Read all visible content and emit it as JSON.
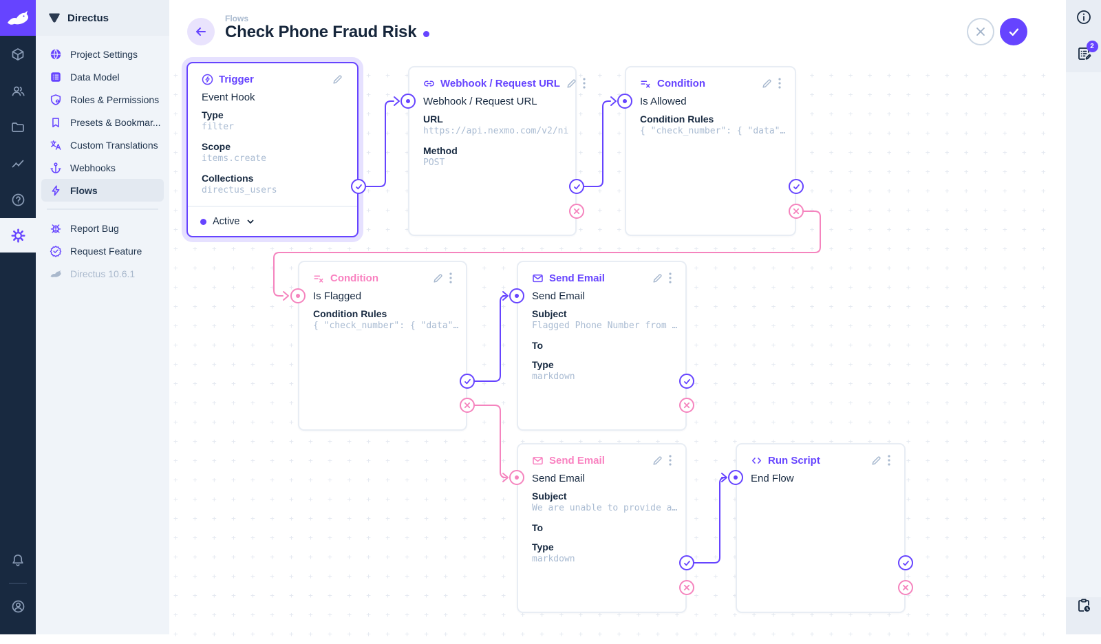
{
  "accent_color": "#6644ff",
  "reject_color": "#f584be",
  "module_bar": {
    "modules": [
      "content",
      "users",
      "files",
      "insights",
      "docs",
      "settings"
    ],
    "active_module": "settings"
  },
  "nav": {
    "header": "Directus",
    "items": [
      {
        "label": "Project Settings",
        "icon": "globe-icon"
      },
      {
        "label": "Data Model",
        "icon": "data-model-icon"
      },
      {
        "label": "Roles & Permissions",
        "icon": "shield-icon"
      },
      {
        "label": "Presets & Bookmar...",
        "icon": "bookmark-icon"
      },
      {
        "label": "Custom Translations",
        "icon": "translate-icon"
      },
      {
        "label": "Webhooks",
        "icon": "anchor-icon"
      },
      {
        "label": "Flows",
        "icon": "bolt-icon",
        "active": true
      }
    ],
    "secondary": [
      {
        "label": "Report Bug",
        "icon": "bug-icon"
      },
      {
        "label": "Request Feature",
        "icon": "seal-check-icon"
      }
    ],
    "version": "Directus 10.6.1"
  },
  "header": {
    "breadcrumb": "Flows",
    "title": "Check Phone Fraud Risk"
  },
  "right_bar": {
    "notifications_badge": "2"
  },
  "canvas": {
    "nodes": [
      {
        "id": "trigger",
        "title": "Trigger",
        "name": "Event Hook",
        "selected": true,
        "status": "Active",
        "fields": [
          {
            "label": "Type",
            "value": "filter"
          },
          {
            "label": "Scope",
            "value": "items.create"
          },
          {
            "label": "Collections",
            "value": "directus_users"
          }
        ]
      },
      {
        "id": "webhook",
        "title": "Webhook / Request URL",
        "name": "Webhook / Request URL",
        "fields": [
          {
            "label": "URL",
            "value": "https://api.nexmo.com/v2/ni"
          },
          {
            "label": "Method",
            "value": "POST"
          }
        ]
      },
      {
        "id": "condition-1",
        "title": "Condition",
        "name": "Is Allowed",
        "fields": [
          {
            "label": "Condition Rules",
            "value": "{ \"check_number\": { \"data\"…"
          }
        ]
      },
      {
        "id": "condition-2",
        "title": "Condition",
        "name": "Is Flagged",
        "tone": "pink",
        "fields": [
          {
            "label": "Condition Rules",
            "value": "{ \"check_number\": { \"data\"…"
          }
        ]
      },
      {
        "id": "send-email-1",
        "title": "Send Email",
        "name": "Send Email",
        "fields": [
          {
            "label": "Subject",
            "value": "Flagged Phone Number from …"
          },
          {
            "label": "To",
            "value": ""
          },
          {
            "label": "Type",
            "value": "markdown"
          }
        ]
      },
      {
        "id": "send-email-2",
        "title": "Send Email",
        "name": "Send Email",
        "tone": "pink",
        "fields": [
          {
            "label": "Subject",
            "value": "We are unable to provide a…"
          },
          {
            "label": "To",
            "value": ""
          },
          {
            "label": "Type",
            "value": "markdown"
          }
        ]
      },
      {
        "id": "run-script",
        "title": "Run Script",
        "name": "End Flow",
        "fields": []
      }
    ],
    "edges": [
      {
        "from": "trigger",
        "output": "resolve",
        "to": "webhook"
      },
      {
        "from": "webhook",
        "output": "resolve",
        "to": "condition-1"
      },
      {
        "from": "condition-1",
        "output": "reject",
        "to": "condition-2"
      },
      {
        "from": "condition-2",
        "output": "resolve",
        "to": "send-email-1"
      },
      {
        "from": "condition-2",
        "output": "reject",
        "to": "send-email-2"
      },
      {
        "from": "send-email-2",
        "output": "resolve",
        "to": "run-script"
      }
    ]
  }
}
